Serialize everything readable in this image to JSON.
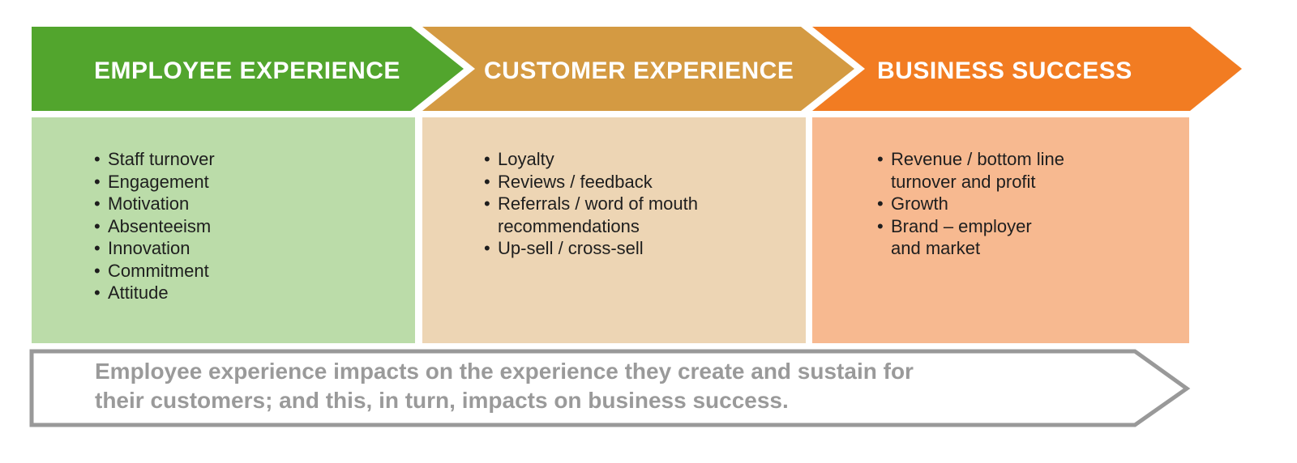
{
  "colors": {
    "employee_header": "#52a52d",
    "employee_panel": "#bbdca9",
    "customer_header": "#d49a42",
    "customer_panel": "#edd5b4",
    "business_header": "#f27c22",
    "business_panel": "#f7b990",
    "summary_outline": "#999999",
    "summary_text": "#9a9a9a"
  },
  "columns": [
    {
      "title": "EMPLOYEE EXPERIENCE",
      "items": [
        "Staff turnover",
        "Engagement",
        "Motivation",
        "Absenteeism",
        "Innovation",
        "Commitment",
        "Attitude"
      ]
    },
    {
      "title": "CUSTOMER EXPERIENCE",
      "items": [
        "Loyalty",
        "Reviews / feedback",
        "Referrals / word of mouth\nrecommendations",
        "Up-sell / cross-sell"
      ]
    },
    {
      "title": "BUSINESS SUCCESS",
      "items": [
        "Revenue / bottom line\nturnover and profit",
        "Growth",
        "Brand – employer\nand market"
      ]
    }
  ],
  "summary": {
    "line1": "Employee experience impacts on the experience they create and sustain for",
    "line2": "their customers; and this, in turn, impacts on business success."
  }
}
